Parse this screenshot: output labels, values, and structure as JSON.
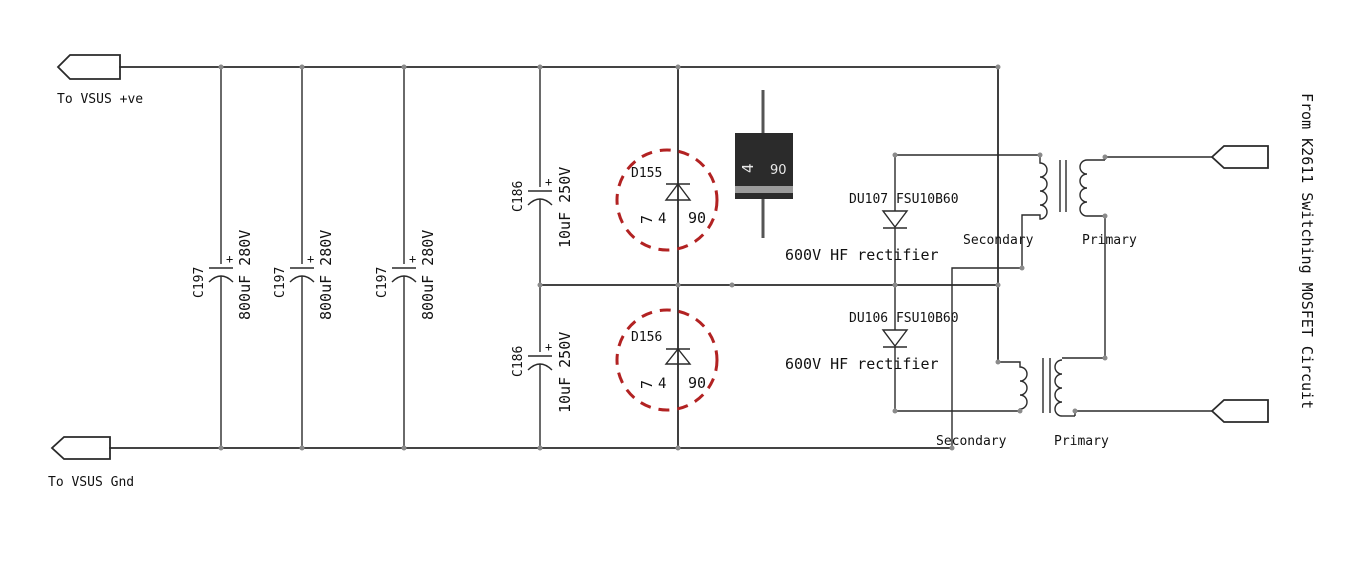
{
  "ports": {
    "vsus_pos": "To VSUS +ve",
    "vsus_gnd": "To VSUS Gnd"
  },
  "caps": {
    "c197": {
      "ref": "C197",
      "value": "800uF 280V"
    },
    "c186": {
      "ref": "C186",
      "value": "10uF 250V"
    },
    "plus": "+"
  },
  "diodes": {
    "d155": {
      "ref": "D155",
      "marking_a": "7",
      "marking_b": "4",
      "marking_c": "90"
    },
    "d156": {
      "ref": "D156",
      "marking_a": "7",
      "marking_b": "4",
      "marking_c": "90"
    },
    "du107": {
      "ref": "DU107 FSU10B60",
      "desc": "600V HF rectifier"
    },
    "du106": {
      "ref": "DU106 FSU10B60",
      "desc": "600V HF rectifier"
    }
  },
  "package": {
    "marking_a": "4",
    "marking_b": "90"
  },
  "transformers": {
    "top": {
      "secondary": "Secondary",
      "primary": "Primary"
    },
    "bottom": {
      "secondary": "Secondary",
      "primary": "Primary"
    }
  },
  "side_title": "From K2611 Switching MOSFET Circuit",
  "colors": {
    "wire": "#2a2a2a",
    "highlight": "#b22222",
    "package_body": "#2b2b2b",
    "package_band": "#9a9a9a"
  }
}
